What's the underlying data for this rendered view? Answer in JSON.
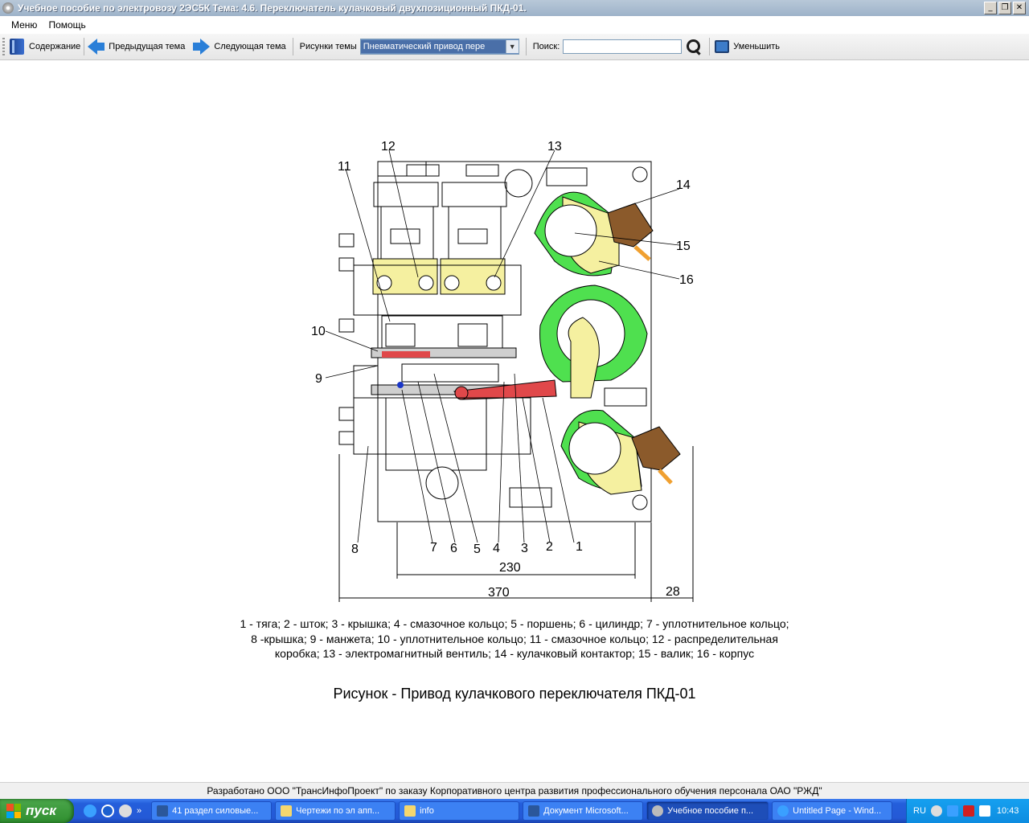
{
  "window": {
    "title": "Учебное пособие по электровозу 2ЭС5К Тема: 4.6. Переключатель кулачковый двухпозиционный ПКД-01.",
    "controls": [
      "_",
      "❐",
      "✕"
    ]
  },
  "menu": {
    "items": [
      "Меню",
      "Помощь"
    ]
  },
  "toolbar": {
    "contents_label": "Содержание",
    "prev_label": "Предыдущая тема",
    "next_label": "Следующая тема",
    "figures_label": "Рисунки темы",
    "figure_select_value": "Пневматический привод пере",
    "search_label": "Поиск:",
    "search_value": "",
    "shrink_label": "Уменьшить"
  },
  "figure": {
    "callouts": [
      "1",
      "2",
      "3",
      "4",
      "5",
      "6",
      "7",
      "8",
      "9",
      "10",
      "11",
      "12",
      "13",
      "14",
      "15",
      "16"
    ],
    "dimensions": {
      "d230": "230",
      "d370": "370",
      "d28": "28"
    },
    "caption_lines": [
      "1 - тяга; 2 - шток; 3 - крышка; 4 - смазочное кольцо; 5 - поршень; 6 - цилиндр; 7 - уплотнительное кольцо;",
      "8 -крышка; 9 - манжета; 10 - уплотнительное кольцо; 11 - смазочное кольцо; 12 - распределительная",
      "коробка; 13 - электромагнитный вентиль; 14 - кулачковый контактор; 15 - валик; 16 - корпус"
    ],
    "title": "Рисунок - Привод кулачкового переключателя ПКД-01"
  },
  "footer": {
    "text": "Разработано ООО \"ТрансИнфоПроект\" по заказу Корпоративного центра развития профессионального обучения персонала ОАО \"РЖД\""
  },
  "taskbar": {
    "start_label": "пуск",
    "tasks": [
      {
        "label": "41 раздел силовые..."
      },
      {
        "label": "Чертежи по эл апп..."
      },
      {
        "label": "info"
      },
      {
        "label": "Документ Microsoft..."
      },
      {
        "label": "Учебное пособие п..."
      },
      {
        "label": "Untitled Page - Wind..."
      }
    ],
    "lang": "RU",
    "clock": "10:43"
  },
  "colors": {
    "title_bar": "#9db2c9",
    "taskbar": "#245edb",
    "start": "#3a9a3a",
    "yellow": "#f5f0a0",
    "green": "#4fe04f",
    "brown": "#8b5a2b",
    "red": "#e0484a",
    "orange": "#f0a030"
  }
}
